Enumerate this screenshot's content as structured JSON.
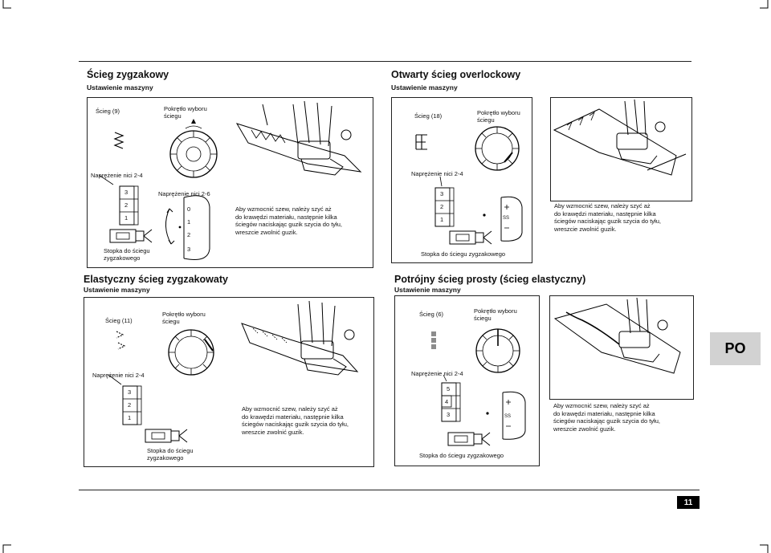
{
  "sections": [
    {
      "title": "Ścieg zygzakowy",
      "subtitle": "Ustawienie maszyny",
      "stitch_label": "Ścieg (9)",
      "dial_label": "Pokrętło wyboru\nściegu",
      "tension_label": "Naprężenie nici 2-4",
      "tension_label_2": "Naprężenie nici 2-6",
      "length_values": [
        "0",
        "1",
        "2",
        "3"
      ],
      "foot_label": "Stopka do ściegu\nzygzakowego",
      "note": "Aby wzmocnić szew, należy szyć aż\ndo krawędzi materiału, następnie kilka\nściegów naciskając guzik szycia do tyłu,\nwreszcie zwolnić guzik."
    },
    {
      "title": "Otwarty ścieg overlockowy",
      "subtitle": "Ustawienie maszyny",
      "stitch_label": "Ścieg (18)",
      "dial_label": "Pokrętło wyboru\nściegu",
      "tension_label": "Naprężenie nici 2-4",
      "speed_label": "SS",
      "foot_label": "Stopka do ściegu zygzakowego",
      "note": "Aby wzmocnić szew, należy szyć aż\ndo krawędzi materiału, następnie kilka\nściegów naciskając guzik szycia do tyłu,\nwreszcie zwolnić guzik."
    },
    {
      "title": "Elastyczny ścieg zygzakowaty",
      "subtitle": "Ustawienie maszyny",
      "stitch_label": "Ścieg (11)",
      "dial_label": "Pokrętło wyboru\nściegu",
      "tension_label": "Naprężenie nici 2-4",
      "foot_label": "Stopka do ściegu\nzygzakowego",
      "note": "Aby wzmocnić szew, należy szyć aż\ndo krawędzi materiału, następnie kilka\nściegów naciskając guzik szycia do tyłu,\nwreszcie zwolnić guzik."
    },
    {
      "title": "Potrójny ścieg prosty (ścieg elastyczny)",
      "subtitle": "Ustawienie maszyny",
      "stitch_label": "Ścieg (6)",
      "dial_label": "Pokrętło wyboru\nściegu",
      "tension_label": "Naprężenie nici 2-4",
      "speed_label": "SS",
      "foot_label": "Stopka do ściegu zygzakowego",
      "note": "Aby wzmocnić szew, należy szyć aż\ndo krawędzi materiału, następnie kilka\nściegów naciskając guzik szycia do tyłu,\nwreszcie zwolnić guzik."
    }
  ],
  "tension_scale": [
    "3",
    "2",
    "1"
  ],
  "tension_scale_4": [
    "5",
    "4",
    "3"
  ],
  "tab_label": "PO",
  "page_number": "11"
}
